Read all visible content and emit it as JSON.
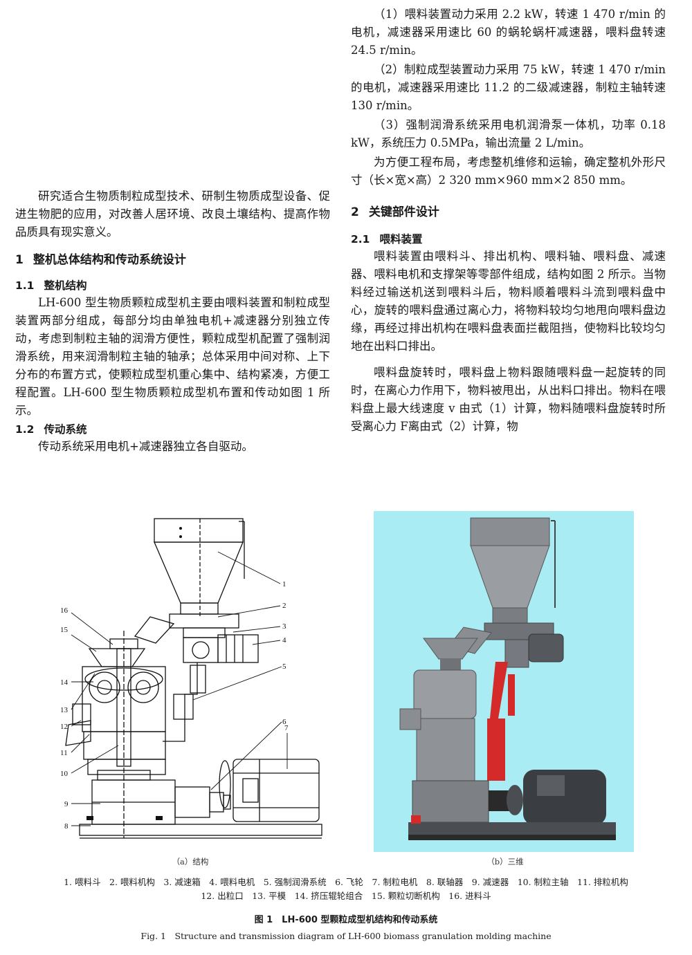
{
  "right_top": {
    "para1": "（1）喂料装置动力采用 2.2 kW，转速 1 470 r/min 的电机，减速器采用速比 60 的蜗轮蜗杆减速器，喂料盘转速 24.5 r/min。",
    "para2": "（2）制粒成型装置动力采用 75 kW，转速 1 470 r/min 的电机，减速器采用速比 11.2 的二级减速器，制粒主轴转速 130 r/min。",
    "para3": "（3）强制润滑系统采用电机润滑泵一体机，功率 0.18 kW，系统压力 0.5MPa，输出流量 2 L/min。",
    "para4": "为方便工程布局，考虑整机维修和运输，确定整机外形尺寸（长×宽×高）2 320 mm×960 mm×2 850 mm。"
  },
  "left_col": {
    "intro": "研究适合生物质制粒成型技术、研制生物质成型设备、促进生物肥的应用，对改善人居环境、改良土壤结构、提高作物品质具有现实意义。",
    "sec1_num": "1",
    "sec1_title": "整机总体结构和传动系统设计",
    "sub11_num": "1.1",
    "sub11_title": "整机结构",
    "sub11_text": "LH-600 型生物质颗粒成型机主要由喂料装置和制粒成型装置两部分组成，每部分均由单独电机+减速器分别独立传动，考虑到制粒主轴的润滑方便性，颗粒成型机配置了强制润滑系统，用来润滑制粒主轴的轴承；总体采用中间对称、上下分布的布置方式，使颗粒成型机重心集中、结构紧凑，方便工程配置。LH-600 型生物质颗粒成型机布置和传动如图 1 所示。",
    "sub12_num": "1.2",
    "sub12_title": "传动系统",
    "sub12_text": "传动系统采用电机+减速器独立各自驱动。"
  },
  "right_col": {
    "sec2_num": "2",
    "sec2_title": "关键部件设计",
    "sub21_num": "2.1",
    "sub21_title": "喂料装置",
    "sub21_text1": "喂料装置由喂料斗、排出机构、喂料轴、喂料盘、减速器、喂料电机和支撑架等零部件组成，结构如图 2 所示。当物料经过输送机送到喂料斗后，物料顺着喂料斗流到喂料盘中心，旋转的喂料盘通过离心力，将物料较均匀地甩向喂料盘边缘，再经过排出机构在喂料盘表面拦截阻挡，使物料比较均匀地在出料口排出。",
    "sub21_text2": "喂料盘旋转时，喂料盘上物料跟随喂料盘一起旋转的同时，在离心力作用下，物料被甩出，从出料口排出。物料在喂料盘上最大线速度 v 由式（1）计算，物料随喂料盘旋转时所受离心力 F离由式（2）计算，物"
  },
  "figure": {
    "sub_a": "（a）结构",
    "sub_b": "（b）三维",
    "callouts": [
      "1",
      "2",
      "3",
      "4",
      "5",
      "6",
      "7",
      "8",
      "9",
      "10",
      "11",
      "12",
      "13",
      "14",
      "15",
      "16"
    ],
    "legend_line1": "1. 喂料斗　2. 喂料机构　3. 减速箱　4. 喂料电机　5. 强制润滑系统　6. 飞轮　7. 制粒电机　8. 联轴器　9. 减速器　10. 制粒主轴　11. 排粒机构",
    "legend_line2": "12. 出粒口　13. 平模　14. 挤压辊轮组合　15. 颗粒切断机构　16. 进料斗",
    "caption_cn": "图 1　LH-600 型颗粒成型机结构和传动系统",
    "caption_en": "Fig. 1　Structure and transmission diagram of LH-600 biomass granulation molding machine",
    "colors": {
      "render_bg": "#a9ecf3",
      "machine_gray": "#8a8d92",
      "red_frame": "#d42a2a",
      "dark": "#2a2a2a"
    }
  }
}
